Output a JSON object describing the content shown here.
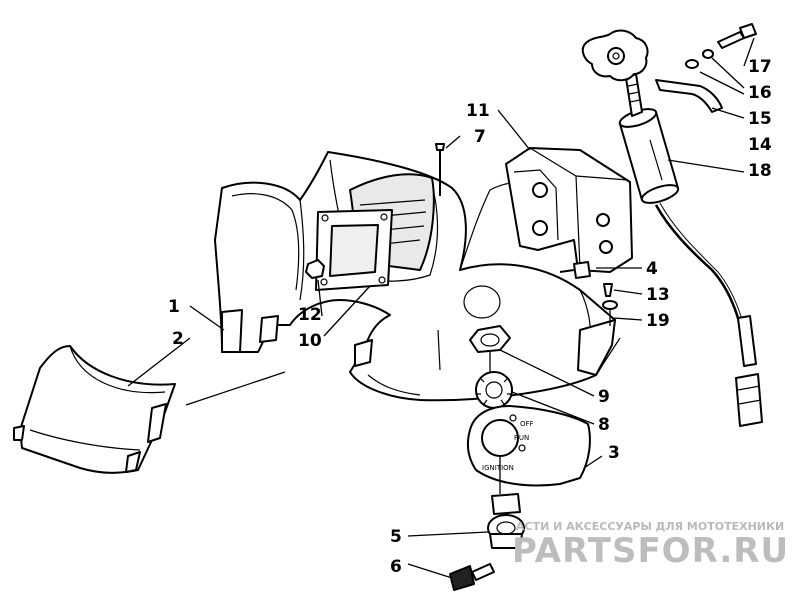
{
  "callouts": {
    "c1": "1",
    "c2": "2",
    "c3": "3",
    "c4": "4",
    "c5": "5",
    "c6": "6",
    "c7": "7",
    "c8": "8",
    "c9": "9",
    "c10": "10",
    "c11": "11",
    "c12": "12",
    "c13": "13",
    "c14": "14",
    "c15": "15",
    "c16": "16",
    "c17": "17",
    "c18": "18",
    "c19": "19"
  },
  "switch_plate": {
    "off": "OFF",
    "run": "RUN",
    "ignition": "IGNITION"
  },
  "watermark": {
    "tagline": "АСТИ И АКСЕССУАРЫ ДЛЯ МОТОТЕХНИКИ",
    "logo": "PARTSFOR.RU"
  }
}
